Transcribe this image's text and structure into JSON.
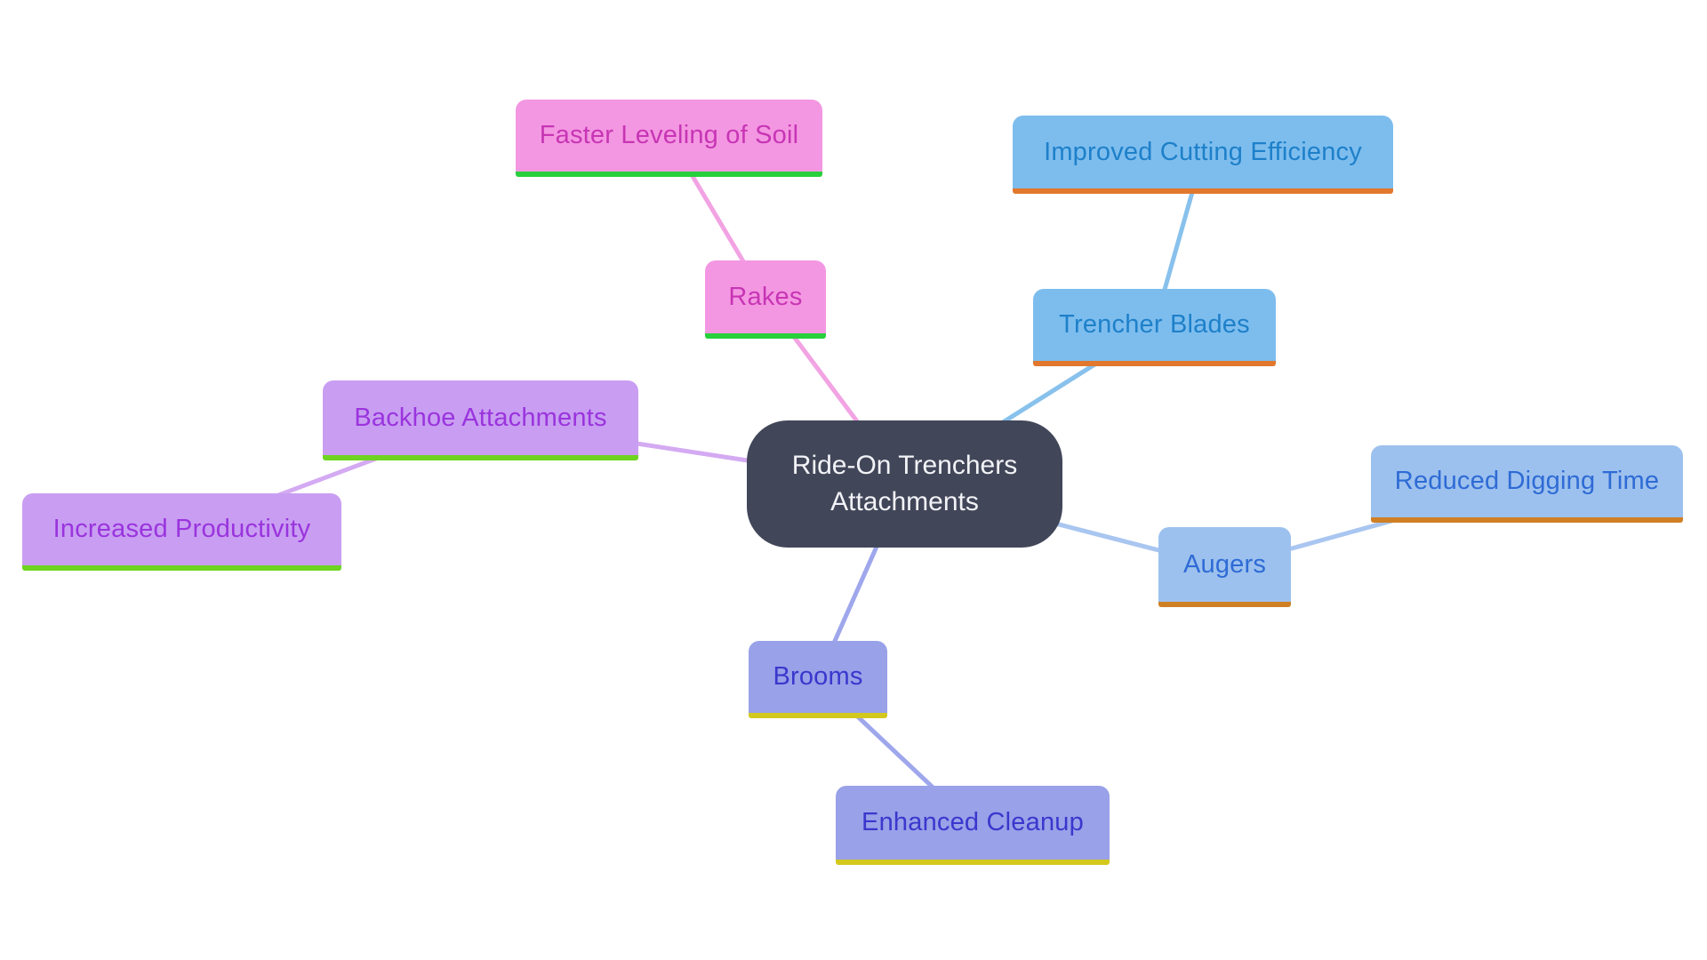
{
  "diagram": {
    "type": "mindmap",
    "root": {
      "label": "Ride-On Trenchers Attachments",
      "fill_color": "#424659",
      "text_color": "#f2f3f7"
    },
    "branches": [
      {
        "name": "rakes",
        "fill_color": "#f497e2",
        "text_color": "#c735b5",
        "underline_color": "#28d03c",
        "edge_color": "#f2a3e3"
      },
      {
        "name": "backhoe",
        "fill_color": "#c99ef2",
        "text_color": "#9a34dd",
        "underline_color": "#6ed321",
        "edge_color": "#d4aaf2"
      },
      {
        "name": "trencher",
        "fill_color": "#7dbdee",
        "text_color": "#1e80c9",
        "underline_color": "#e2782e",
        "edge_color": "#88c1ec"
      },
      {
        "name": "augers",
        "fill_color": "#9dc1ee",
        "text_color": "#2e6bd5",
        "underline_color": "#cf8025",
        "edge_color": "#a9c6f0"
      },
      {
        "name": "brooms",
        "fill_color": "#99a1e8",
        "text_color": "#3938cd",
        "underline_color": "#d3c81e",
        "edge_color": "#9fa7ec"
      }
    ]
  },
  "nodes": {
    "root": {
      "label": "Ride-On Trenchers Attachments"
    },
    "rakes": {
      "label": "Rakes"
    },
    "faster_leveling": {
      "label": "Faster Leveling of Soil"
    },
    "backhoe": {
      "label": "Backhoe Attachments"
    },
    "increased_productivity": {
      "label": "Increased Productivity"
    },
    "trencher_blades": {
      "label": "Trencher Blades"
    },
    "improved_cutting": {
      "label": "Improved Cutting Efficiency"
    },
    "augers": {
      "label": "Augers"
    },
    "reduced_digging": {
      "label": "Reduced Digging Time"
    },
    "brooms": {
      "label": "Brooms"
    },
    "enhanced_cleanup": {
      "label": "Enhanced Cleanup"
    }
  }
}
